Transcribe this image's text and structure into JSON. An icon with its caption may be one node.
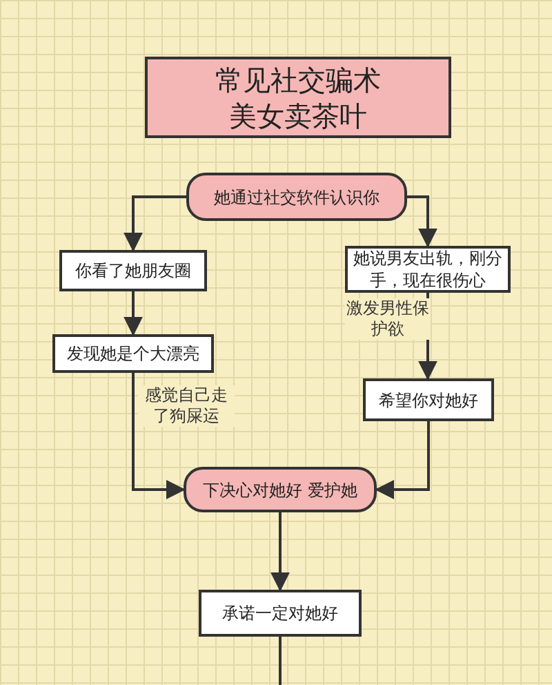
{
  "diagram": {
    "nodes": [
      {
        "text": [
          "常见社交骗术",
          "美女卖茶叶"
        ]
      },
      {
        "text": [
          "她通过社交软件认识你"
        ]
      },
      {
        "text": [
          "你看了她朋友圈"
        ]
      },
      {
        "text": [
          "她说男友出轨，刚分手，现在很伤心"
        ]
      },
      {
        "text": [
          "发现她是个大漂亮"
        ]
      },
      {
        "text": [
          "希望你对她好"
        ]
      },
      {
        "text": [
          "下决心对她好 爱护她"
        ]
      },
      {
        "text": [
          "承诺一定对她好"
        ]
      }
    ],
    "edges": [
      {
        "from": 1,
        "to": 2,
        "arrow": "to"
      },
      {
        "from": 1,
        "to": 3,
        "arrow": "to"
      },
      {
        "from": 2,
        "to": 4,
        "arrow": "to"
      },
      {
        "from": 3,
        "to": 5,
        "label": "激发男性保护欲",
        "arrow": "to"
      },
      {
        "from": 4,
        "to": 6,
        "label": "感觉自己走了狗屎运",
        "arrow": "to"
      },
      {
        "from": 5,
        "to": 6,
        "arrow": "to"
      },
      {
        "from": 6,
        "to": 7,
        "arrow": "to"
      },
      {
        "from": 7,
        "to": null,
        "arrow": "none"
      }
    ]
  }
}
